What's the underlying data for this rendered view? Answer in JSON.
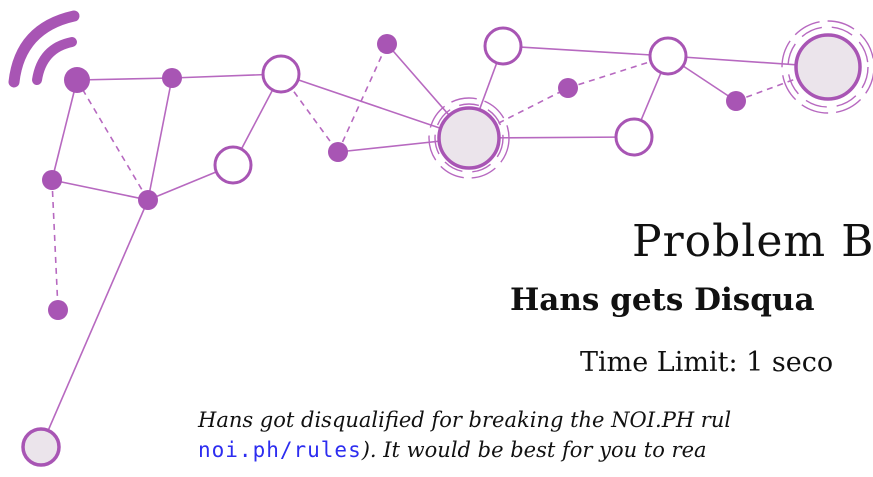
{
  "header": {
    "problem_label": "Problem B",
    "problem_name": "Hans gets Disqua",
    "time_limit": "Time Limit: 1 seco"
  },
  "statement": {
    "line1": "Hans got disqualified for breaking the NOI.PH rul",
    "link_text": "noi.ph/rules",
    "line2_rest": "). It would be best for you to rea"
  },
  "colors": {
    "accent": "#a855b4",
    "node_fill": "#ebe4eb",
    "link": "#2d2df0"
  }
}
